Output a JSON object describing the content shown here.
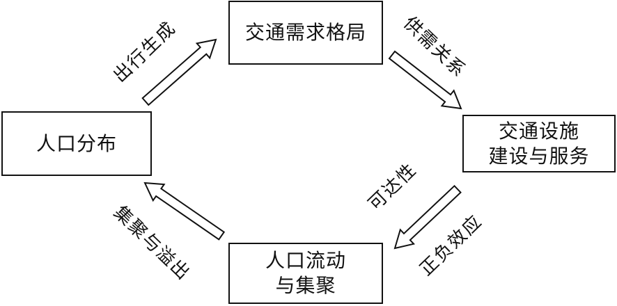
{
  "diagram": {
    "nodes": {
      "top": [
        "交通需求格局"
      ],
      "right": [
        "交通设施",
        "建设与服务"
      ],
      "bottom": [
        "人口流动",
        "与集聚"
      ],
      "left": [
        "人口分布"
      ]
    },
    "edges": {
      "left_to_top": "出行生成",
      "top_to_right": "供需关系",
      "right_to_bottom_a": "可达性",
      "right_to_bottom_b": "正负效应",
      "bottom_to_left": "集聚与溢出"
    }
  }
}
